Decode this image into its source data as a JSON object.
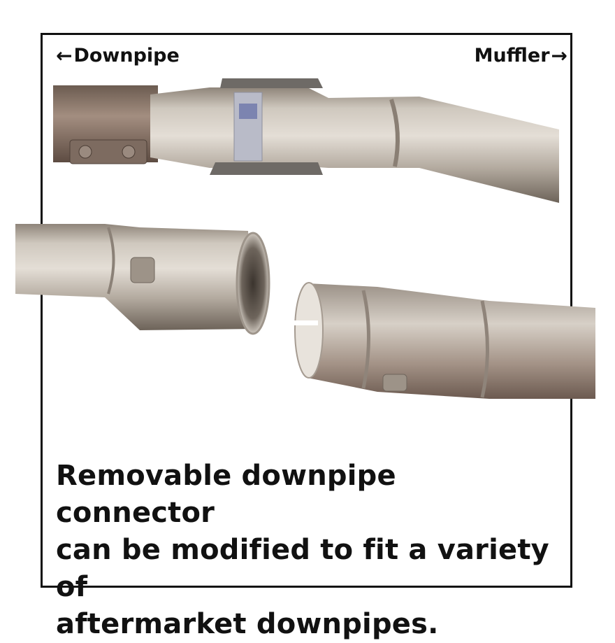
{
  "labels": {
    "left": "Downpipe",
    "right": "Muffler",
    "left_arrow": "←",
    "right_arrow": "→"
  },
  "caption": {
    "line1": "Removable downpipe connector",
    "line2": "can be modified to fit a variety of",
    "line3": "aftermarket downpipes."
  },
  "colors": {
    "border": "#111111",
    "text": "#111111",
    "pipe_light": "#d9d3cb",
    "pipe_mid": "#a89f95",
    "pipe_dark": "#6f655b"
  }
}
